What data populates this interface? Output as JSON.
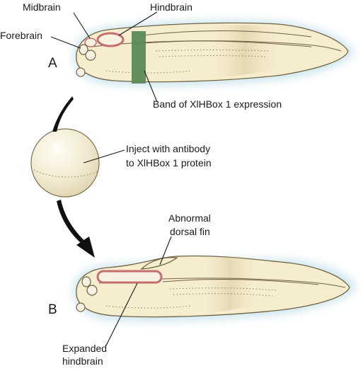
{
  "labels": {
    "midbrain": "Midbrain",
    "hindbrain": "Hindbrain",
    "forebrain": "Forebrain",
    "panel_a": "A",
    "band": "Band of XlHBox 1 expression",
    "inject_line1": "Inject with antibody",
    "inject_line2": "to XlHBox 1 protein",
    "abnormal_line1": "Abnormal",
    "abnormal_line2": "dorsal fin",
    "panel_b": "B",
    "expanded_line1": "Expanded",
    "expanded_line2": "hindbrain"
  },
  "colors": {
    "band": "#5b8a55",
    "brain_outline": "#c46e70",
    "glow": "#cfe6ee",
    "body": "#f6edcf"
  }
}
